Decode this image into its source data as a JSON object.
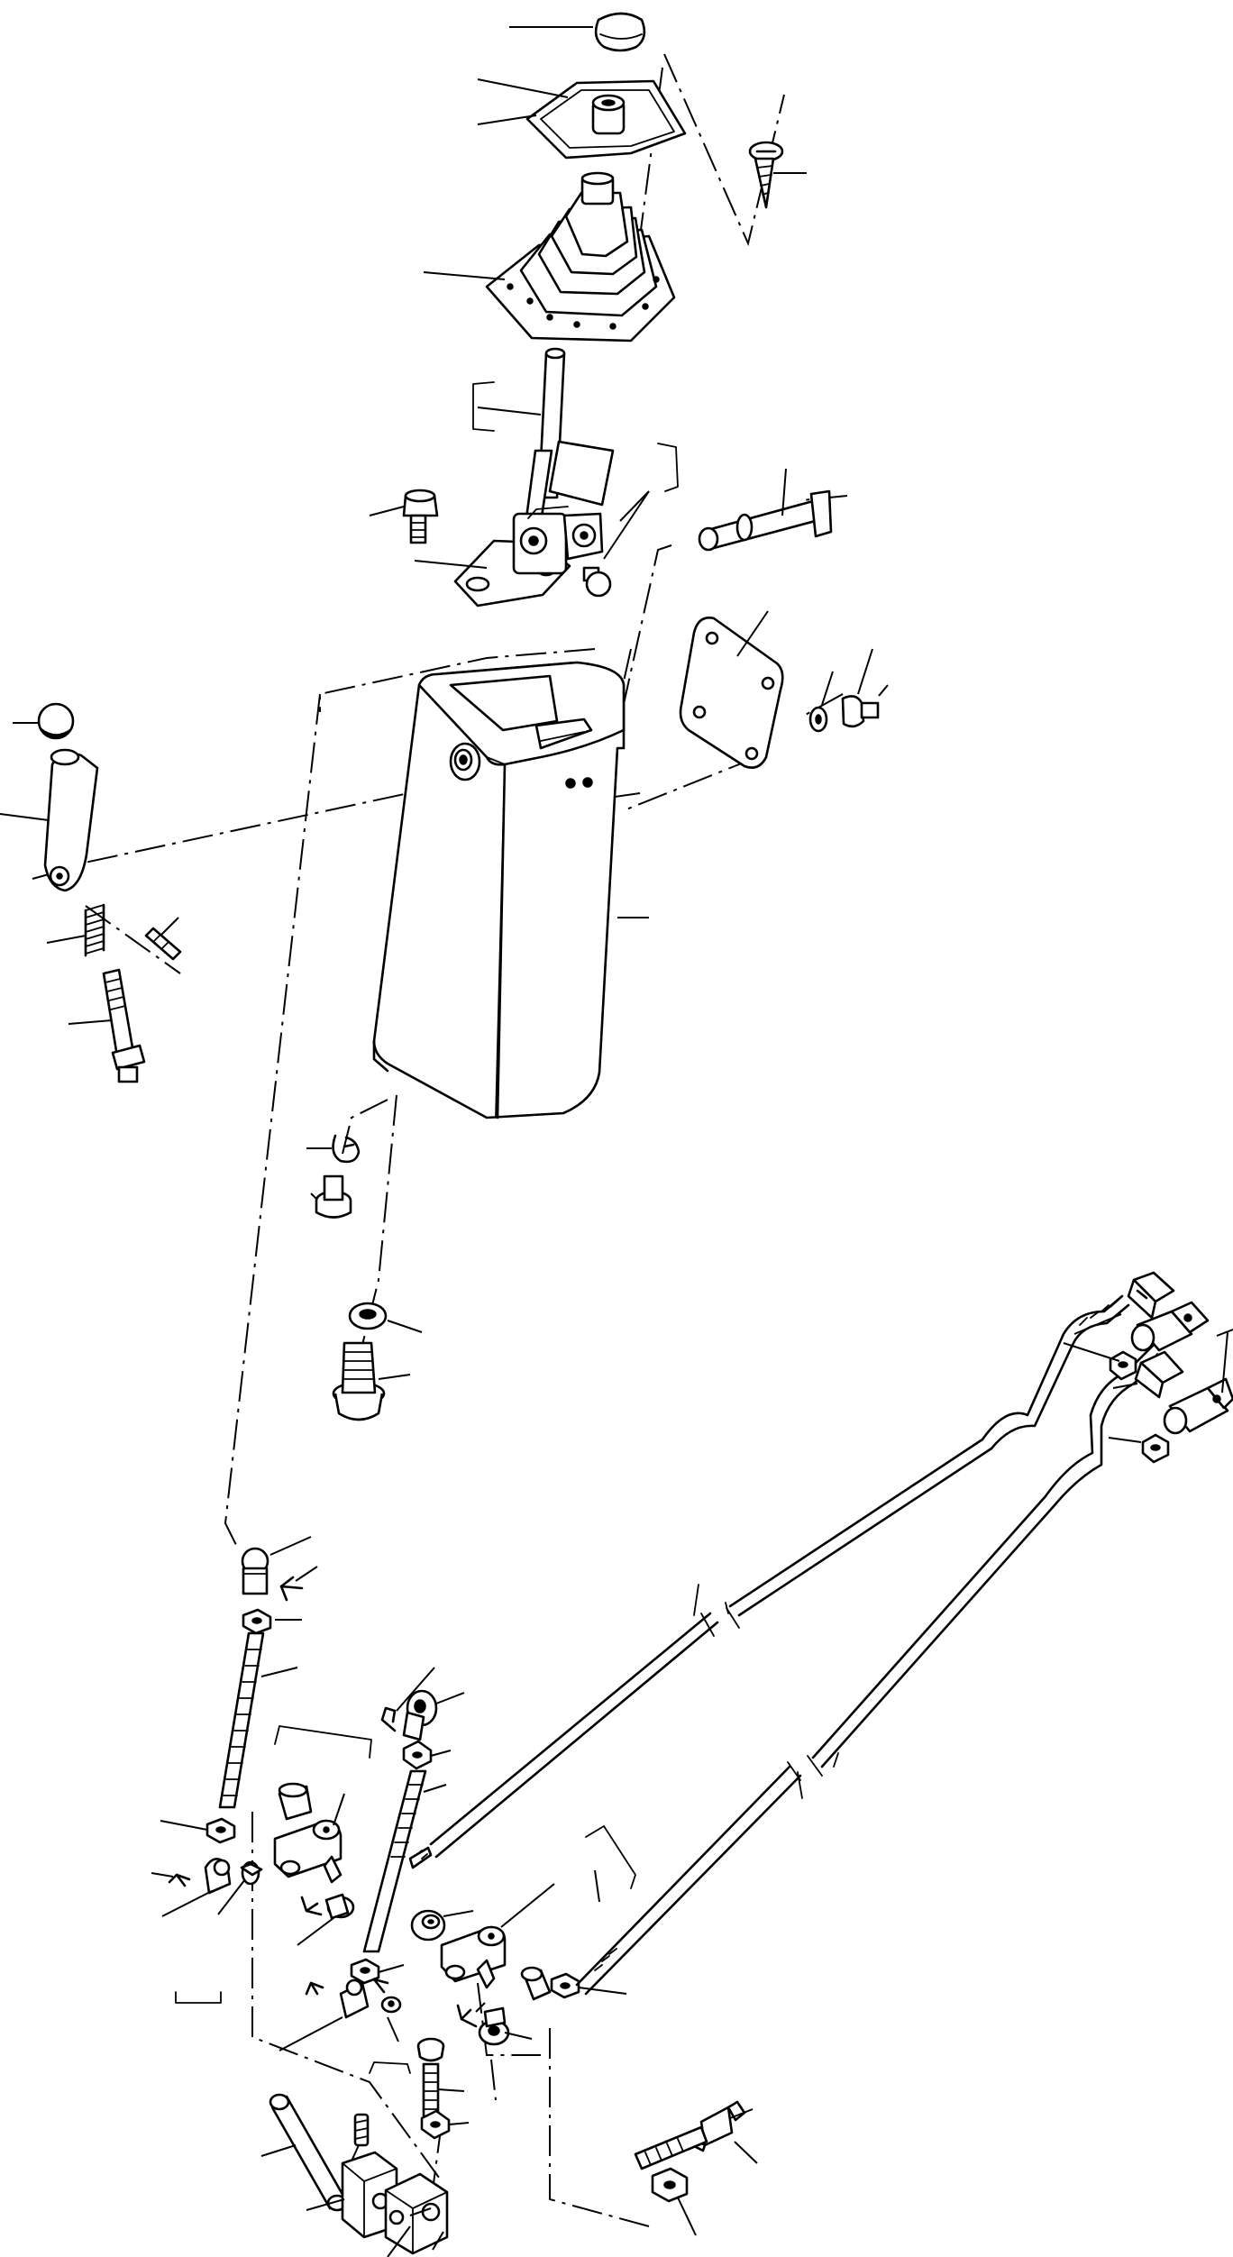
{
  "diagram": {
    "type": "exploded-parts-view",
    "callout_labels_printed": false,
    "parts": [
      "shift-knob",
      "boot-retainer-plate",
      "tapping-screw",
      "shift-boot",
      "shift-lever",
      "bolt",
      "lever-pivot-assembly",
      "pivot-pin",
      "cover-plate",
      "lock-washer",
      "cap-screw",
      "console-housing",
      "secondary-knob",
      "secondary-lever",
      "spring",
      "roll-pin",
      "lever-stud",
      "snap-ring",
      "small-bolt",
      "flat-washer",
      "flange-bolt",
      "ball-socket",
      "cotter-pin",
      "jam-nut",
      "threaded-rod",
      "bellcrank",
      "bushing",
      "bell-crank-2",
      "control-cable-upper",
      "control-cable-lower",
      "clevis",
      "pivot-bracket-left",
      "pivot-bracket-right",
      "mounting-bolt",
      "hex-nut"
    ],
    "colors": {
      "ink": "#000000",
      "paper": "#ffffff"
    }
  }
}
